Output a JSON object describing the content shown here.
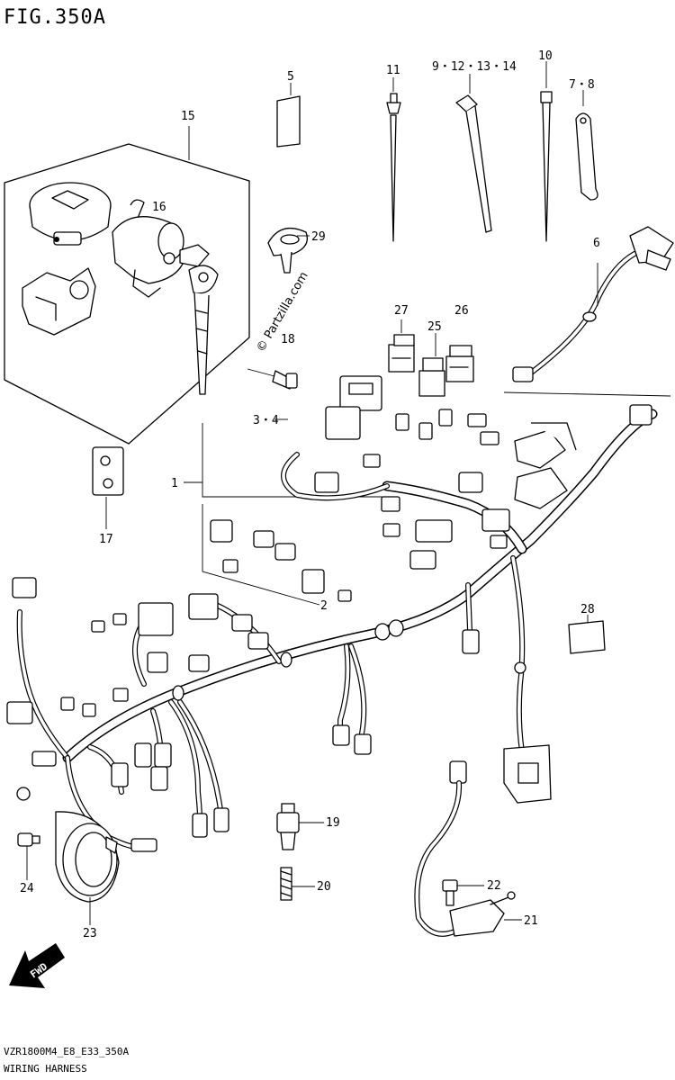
{
  "figure": {
    "title": "FIG.350A"
  },
  "footer": {
    "model_code": "VZR1800M4_E8_E33_350A",
    "caption": "WIRING HARNESS"
  },
  "watermark": {
    "text": "© Partzilla.com"
  },
  "badge": {
    "label": "FWD"
  },
  "callouts": {
    "c1": "1",
    "c2": "2",
    "c3_4": "3・4",
    "c5": "5",
    "c6": "6",
    "c7_8": "7・8",
    "c9_14": "9・12・13・14",
    "c10": "10",
    "c11": "11",
    "c15": "15",
    "c16": "16",
    "c17": "17",
    "c18": "18",
    "c19": "19",
    "c20": "20",
    "c21": "21",
    "c22": "22",
    "c23": "23",
    "c24": "24",
    "c25": "25",
    "c26": "26",
    "c27": "27",
    "c28": "28",
    "c29": "29"
  }
}
